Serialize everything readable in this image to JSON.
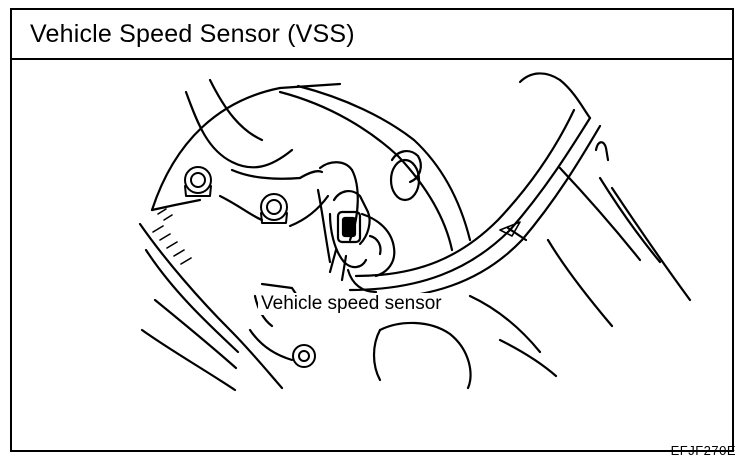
{
  "header": {
    "title": "Vehicle Speed Sensor (VSS)"
  },
  "figure": {
    "callout_label": "Vehicle speed sensor",
    "figure_code": "EFJF270E"
  },
  "colors": {
    "line": "#000000",
    "background": "#ffffff"
  }
}
